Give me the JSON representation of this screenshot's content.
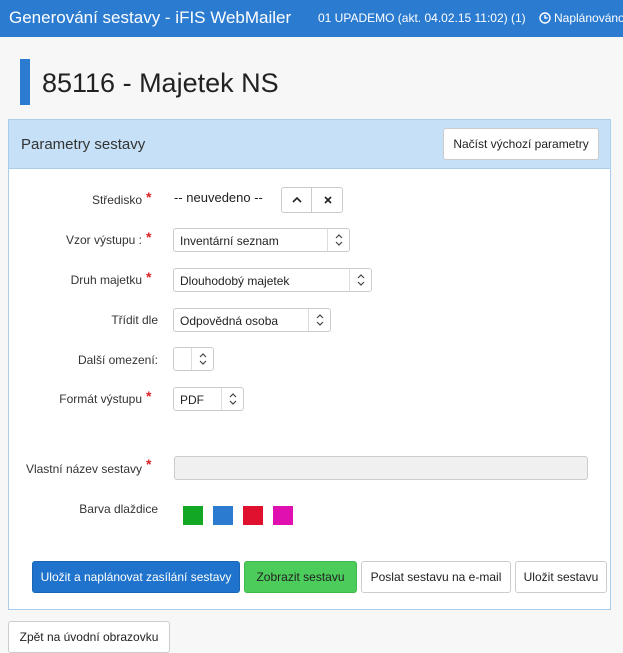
{
  "header": {
    "app_title": "Generování sestavy - iFIS WebMailer",
    "status": "01 UPADEMO (akt. 04.02.15 11:02) (1)",
    "scheduled_label": "Naplánováno"
  },
  "page": {
    "title": "85116 - Majetek NS"
  },
  "panel": {
    "title": "Parametry sestavy",
    "load_defaults_label": "Načíst výchozí parametry"
  },
  "form": {
    "required_mark": "*",
    "stredisko": {
      "label": "Středisko",
      "value": "-- neuvedeno --"
    },
    "vzor_vystupu": {
      "label": "Vzor výstupu :",
      "value": "Inventární seznam"
    },
    "druh_majetku": {
      "label": "Druh majetku",
      "value": "Dlouhodobý majetek"
    },
    "tridit_dle": {
      "label": "Třídit dle",
      "value": "Odpovědná osoba"
    },
    "dalsi_omezeni": {
      "label": "Další omezení:",
      "value": ""
    },
    "format_vystupu": {
      "label": "Formát výstupu",
      "value": "PDF"
    },
    "vlastni_nazev": {
      "label": "Vlastní název sestavy",
      "value": ""
    },
    "barva": {
      "label": "Barva dlaždice",
      "colors": [
        "#12a824",
        "#2b7bd1",
        "#e0102f",
        "#e010b0"
      ]
    }
  },
  "actions": {
    "save_schedule": "Uložit a naplánovat zasílání sestavy",
    "show": "Zobrazit sestavu",
    "send_email": "Poslat sestavu na e-mail",
    "save": "Uložit sestavu"
  },
  "back_label": "Zpět na úvodní obrazovku"
}
